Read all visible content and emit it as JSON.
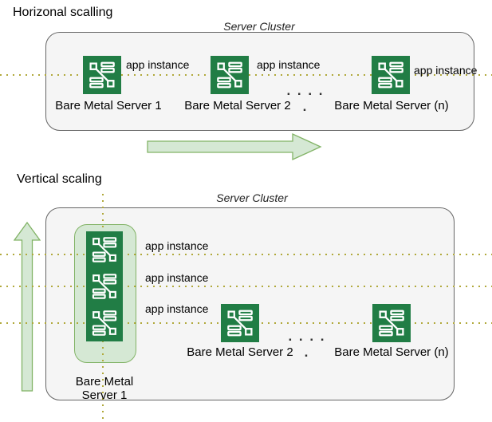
{
  "colors": {
    "icon_green": "#217d45",
    "light_green_fill": "#d5e8d4",
    "green_border": "#82b366",
    "box_fill": "#f5f5f5",
    "box_border": "#666666",
    "dots": "#b1a93b"
  },
  "icons": {
    "server_icon_name": "bare-metal-server-icon"
  },
  "horizontal": {
    "title": "Horizonal scalling",
    "cluster_label": "Server Cluster",
    "servers": [
      {
        "label": "Bare Metal Server 1",
        "app_label": "app instance"
      },
      {
        "label": "Bare Metal Server 2",
        "app_label": "app instance"
      },
      {
        "label": "Bare Metal Server (n)",
        "app_label": "app instance"
      }
    ],
    "ellipsis": ". . . . ."
  },
  "vertical": {
    "title": "Vertical scaling",
    "cluster_label": "Server Cluster",
    "scaled_server": {
      "label_line1": "Bare Metal",
      "label_line2": "Server 1",
      "app_instances": [
        "app instance",
        "app instance",
        "app instance"
      ]
    },
    "servers": [
      {
        "label": "Bare Metal Server 2"
      },
      {
        "label": "Bare Metal Server (n)"
      }
    ],
    "ellipsis": ". . . . ."
  }
}
